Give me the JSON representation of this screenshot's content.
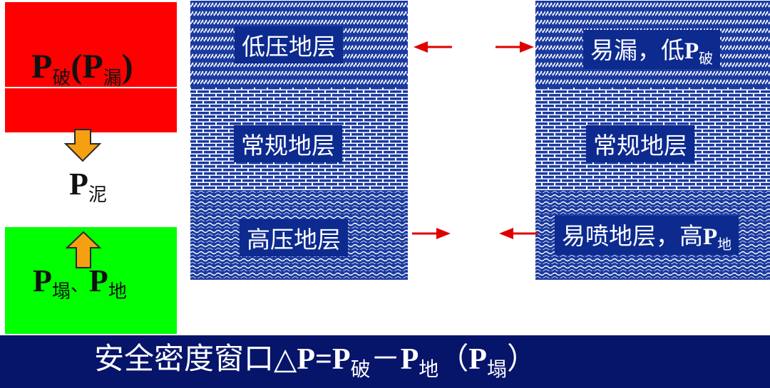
{
  "colors": {
    "red": "#ff0000",
    "green": "#00ff00",
    "orange": "#f5a011",
    "blue": "#1a3a9f",
    "label_bg": "#0d2a8f",
    "arrow_red": "#e00000",
    "bottom_band": "#06146a"
  },
  "left": {
    "top_sym": "P",
    "top_sub": "破",
    "top_paren_open": "(",
    "top_paren_sym": "P",
    "top_paren_sub": "漏",
    "top_paren_close": ")",
    "mid_sym": "P",
    "mid_sub": "泥",
    "bot_sym1": "P",
    "bot_sub1": "塌",
    "bot_sep": "、",
    "bot_sym2": "P",
    "bot_sub2": "地"
  },
  "columns": {
    "left": {
      "low": "低压地层",
      "normal": "常规地层",
      "high": "高压地层"
    },
    "right": {
      "low_text": "易漏，低",
      "low_sym": "P",
      "low_sub": "破",
      "normal": "常规地层",
      "high_text": "易喷地层，高",
      "high_sym": "P",
      "high_sub": "地"
    }
  },
  "footer": {
    "text": "安全密度窗口△",
    "eq": "P=P",
    "sub1": "破",
    "minus": "－",
    "sym2": "P",
    "sub2": "地",
    "paren_open": "（",
    "sym3": "P",
    "sub3": "塌",
    "paren_close": "）"
  }
}
